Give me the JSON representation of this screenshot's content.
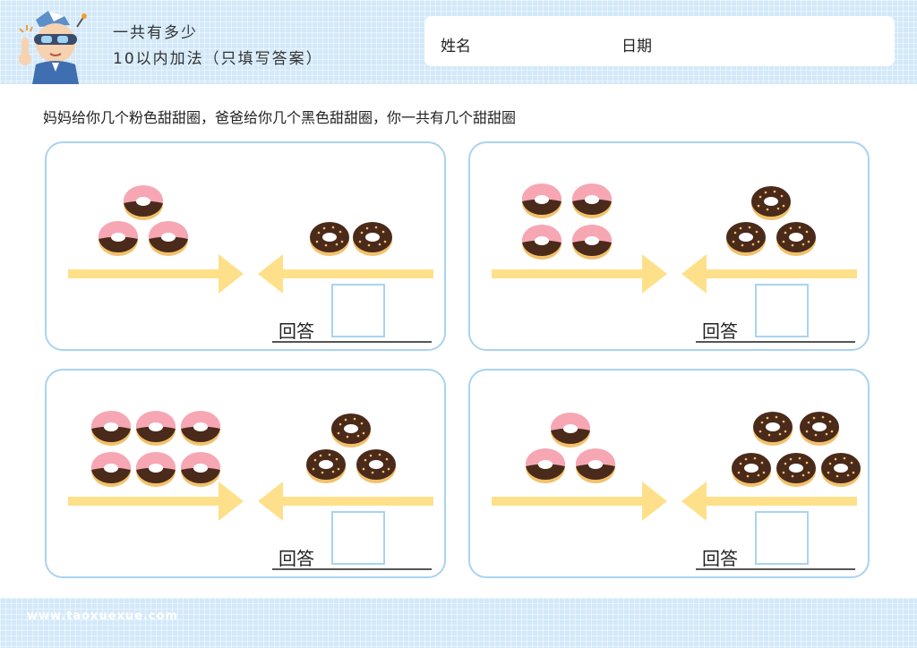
{
  "header": {
    "title_line1": "一共有多少",
    "title_line2": "10以内加法（只填写答案）",
    "name_label": "姓名",
    "date_label": "日期"
  },
  "instruction": "妈妈给你几个粉色甜甜圈，爸爸给你几个黑色甜甜圈，你一共有几个甜甜圈",
  "panels": [
    {
      "pink_count": 3,
      "chocolate_count": 2,
      "answer_label": "回答"
    },
    {
      "pink_count": 4,
      "chocolate_count": 3,
      "answer_label": "回答"
    },
    {
      "pink_count": 6,
      "chocolate_count": 3,
      "answer_label": "回答"
    },
    {
      "pink_count": 3,
      "chocolate_count": 5,
      "answer_label": "回答"
    }
  ],
  "footer": {
    "website": "www.taoxuexue.com"
  },
  "colors": {
    "frame_blue": "#a9d3f0",
    "background_blue": "#d3e9f9",
    "arrow_yellow": "#ffe08a",
    "pink_icing": "#f6a7b3",
    "chocolate_icing": "#4a2a1a",
    "dough": "#f2c16a"
  }
}
